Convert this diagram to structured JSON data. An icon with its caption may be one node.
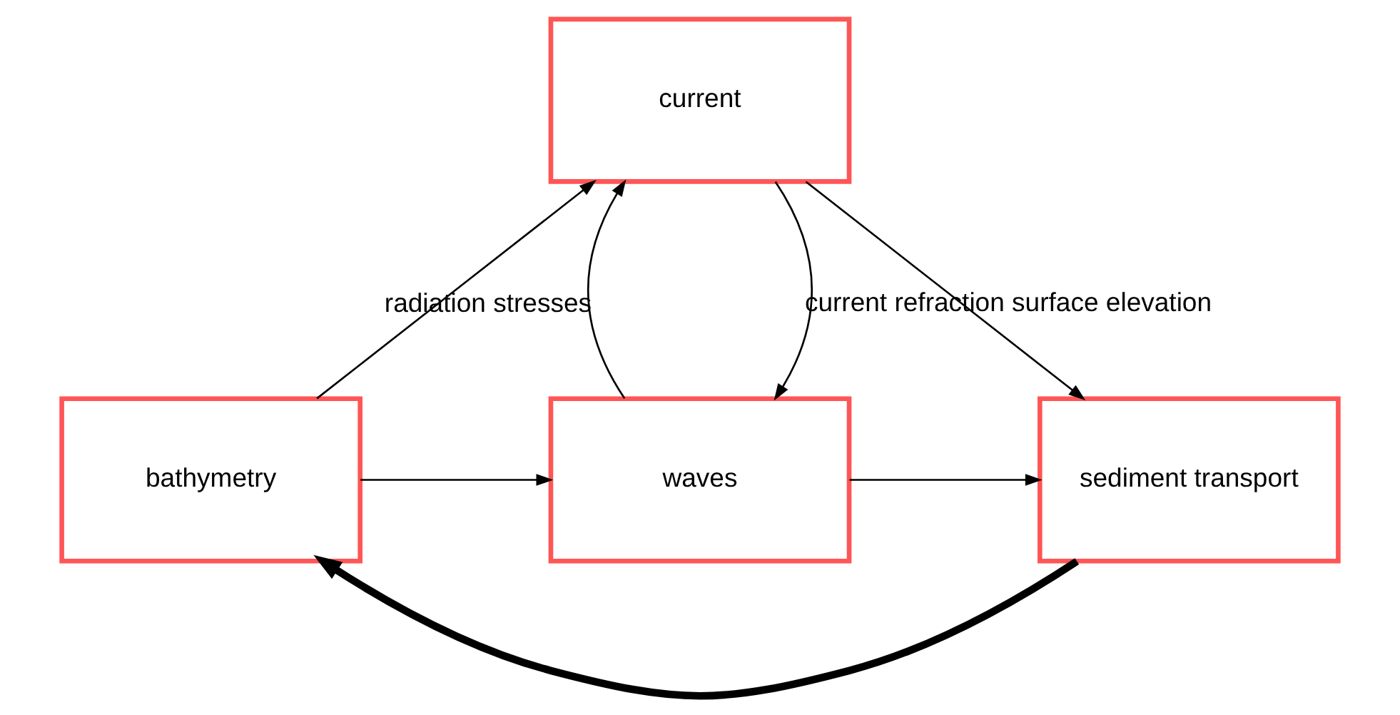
{
  "diagram": {
    "nodes": [
      {
        "text": [
          "current"
        ]
      },
      {
        "text": [
          "bathymetry"
        ]
      },
      {
        "text": [
          "sediment transport"
        ]
      },
      {
        "text": [
          "waves"
        ]
      }
    ],
    "edges": [
      {
        "from": 1,
        "to": 0,
        "arrow": "to"
      },
      {
        "from": 0,
        "to": 2,
        "arrow": "to"
      },
      {
        "from": 2,
        "to": 1,
        "arrow": "to",
        "style": "thick"
      },
      {
        "from": 1,
        "to": 3,
        "arrow": "to"
      },
      {
        "from": 3,
        "to": 2,
        "arrow": "to"
      },
      {
        "from": 0,
        "to": 3,
        "arrow": "to",
        "label": "current refraction surface elevation"
      },
      {
        "from": 3,
        "to": 0,
        "arrow": "to",
        "label": "radiation stresses"
      }
    ]
  }
}
